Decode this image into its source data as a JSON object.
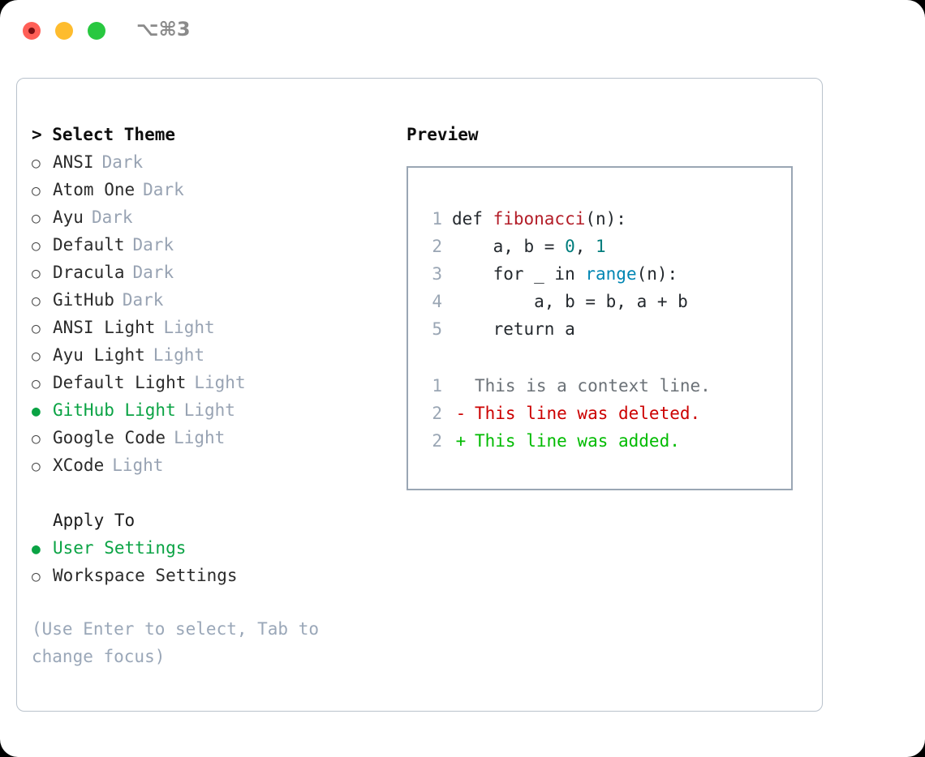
{
  "window": {
    "shortcut": "⌥⌘3",
    "traffic_lights": [
      {
        "name": "close",
        "color": "#ff5f57"
      },
      {
        "name": "minimize",
        "color": "#febc2e"
      },
      {
        "name": "zoom",
        "color": "#28c840"
      }
    ]
  },
  "theme_picker": {
    "header": "> Select Theme",
    "items": [
      {
        "bullet": "○",
        "name": "ANSI",
        "tag": "Dark",
        "selected": false
      },
      {
        "bullet": "○",
        "name": "Atom One",
        "tag": "Dark",
        "selected": false
      },
      {
        "bullet": "○",
        "name": "Ayu",
        "tag": "Dark",
        "selected": false
      },
      {
        "bullet": "○",
        "name": "Default",
        "tag": "Dark",
        "selected": false
      },
      {
        "bullet": "○",
        "name": "Dracula",
        "tag": "Dark",
        "selected": false
      },
      {
        "bullet": "○",
        "name": "GitHub",
        "tag": "Dark",
        "selected": false
      },
      {
        "bullet": "○",
        "name": "ANSI Light",
        "tag": "Light",
        "selected": false
      },
      {
        "bullet": "○",
        "name": "Ayu Light",
        "tag": "Light",
        "selected": false
      },
      {
        "bullet": "○",
        "name": "Default Light",
        "tag": "Light",
        "selected": false
      },
      {
        "bullet": "●",
        "name": "GitHub Light",
        "tag": "Light",
        "selected": true
      },
      {
        "bullet": "○",
        "name": "Google Code",
        "tag": "Light",
        "selected": false
      },
      {
        "bullet": "○",
        "name": "XCode",
        "tag": "Light",
        "selected": false
      }
    ]
  },
  "apply_to": {
    "label": "Apply To",
    "options": [
      {
        "bullet": "●",
        "name": "User Settings",
        "selected": true
      },
      {
        "bullet": "○",
        "name": "Workspace Settings",
        "selected": false
      }
    ]
  },
  "hint": "(Use Enter to select, Tab to change focus)",
  "preview": {
    "title": "Preview",
    "code_lines": [
      {
        "no": "1",
        "parts": [
          {
            "text": "def ",
            "kind": "plain"
          },
          {
            "text": "fibonacci",
            "kind": "fn"
          },
          {
            "text": "(n):",
            "kind": "plain"
          }
        ]
      },
      {
        "no": "2",
        "parts": [
          {
            "text": "    a, b = ",
            "kind": "plain"
          },
          {
            "text": "0",
            "kind": "num"
          },
          {
            "text": ", ",
            "kind": "plain"
          },
          {
            "text": "1",
            "kind": "num"
          }
        ]
      },
      {
        "no": "3",
        "parts": [
          {
            "text": "    for _ in ",
            "kind": "plain"
          },
          {
            "text": "range",
            "kind": "call"
          },
          {
            "text": "(n):",
            "kind": "plain"
          }
        ]
      },
      {
        "no": "4",
        "parts": [
          {
            "text": "        a, b = b, a + b",
            "kind": "plain"
          }
        ]
      },
      {
        "no": "5",
        "parts": [
          {
            "text": "    return a",
            "kind": "plain"
          }
        ]
      }
    ],
    "diff_lines": [
      {
        "no": "1",
        "marker": " ",
        "text": "This is a context line.",
        "kind": "ctx"
      },
      {
        "no": "2",
        "marker": "-",
        "text": "This line was deleted.",
        "kind": "del"
      },
      {
        "no": "2",
        "marker": "+",
        "text": "This line was added.",
        "kind": "add"
      }
    ]
  },
  "colors": {
    "accent_green": "#0aa344",
    "tag_grey": "#98a3b3",
    "panel_border": "#b9c2cc",
    "preview_border": "#9aa6b4",
    "syntax_function": "#b31d28",
    "syntax_number": "#007d7d",
    "syntax_call": "#0086b3",
    "diff_deleted": "#cc0000",
    "diff_added": "#00bb00"
  }
}
